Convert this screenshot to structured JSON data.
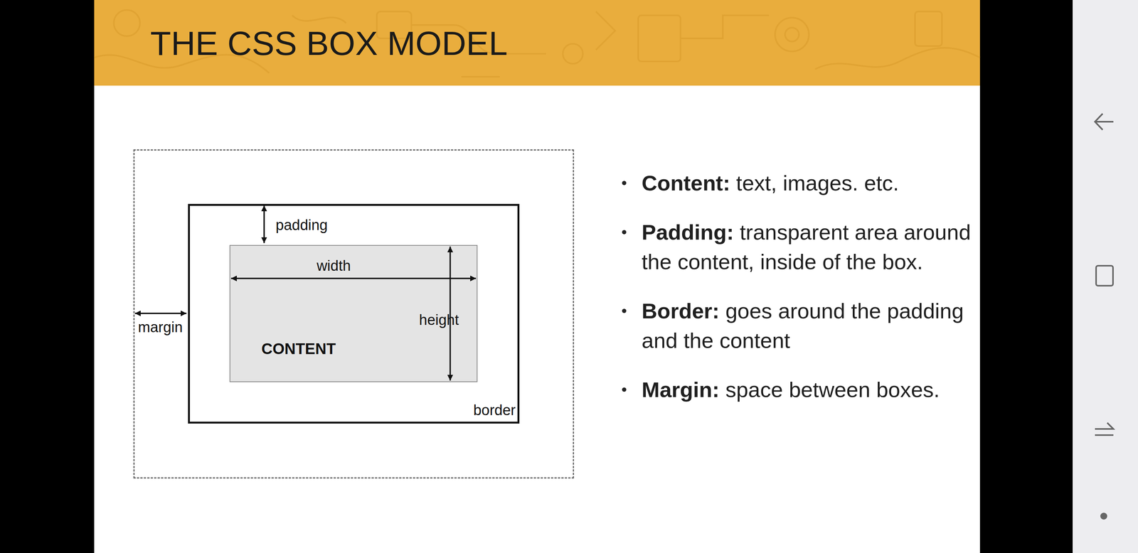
{
  "diagram": {
    "title": "THE CSS BOX MODEL",
    "nodes": [
      {
        "text": [
          "margin"
        ]
      },
      {
        "text": [
          "padding",
          "border"
        ],
        "in": 0
      },
      {
        "text": [
          "width",
          "height",
          "CONTENT"
        ],
        "in": 1
      }
    ],
    "labels": [
      "Content:",
      "text, images. etc.",
      "Padding:",
      "transparent area around the content, inside of the box.",
      "Border:",
      "goes around the padding and the content",
      "Margin:",
      "space between boxes."
    ]
  }
}
